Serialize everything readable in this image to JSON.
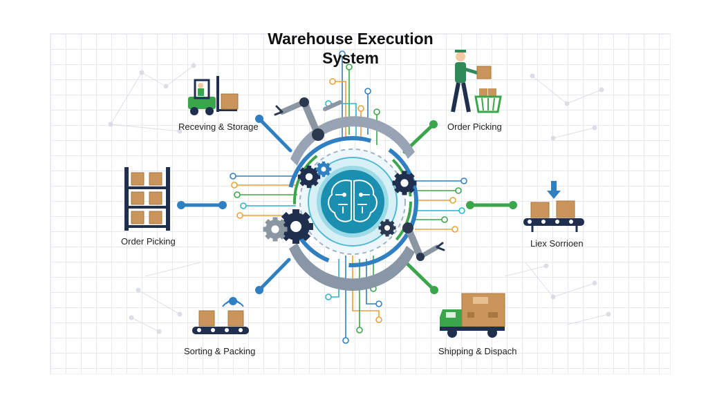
{
  "title": {
    "line1": "Warehouse Execution",
    "line2": "System"
  },
  "modules": {
    "receiving": "Receving & Storage",
    "order_picking_top": "Order Picking",
    "order_picking_left": "Order Picking",
    "lex_sorting": "Liex Sorrioen",
    "sorting_packing": "Sorting & Packing",
    "shipping": "Shipping & Dispach"
  },
  "colors": {
    "blue": "#2f7fc1",
    "green": "#3aa54a",
    "navy": "#1f2f4d",
    "box": "#c9955a",
    "teal": "#2bb3c8",
    "orange": "#e8a23a"
  },
  "icons": [
    "forklift-icon",
    "worker-basket-icon",
    "shelf-icon",
    "conveyor-icon",
    "rfid-conveyor-icon",
    "truck-icon",
    "brain-icon",
    "gear-icon",
    "robot-arm-icon"
  ]
}
